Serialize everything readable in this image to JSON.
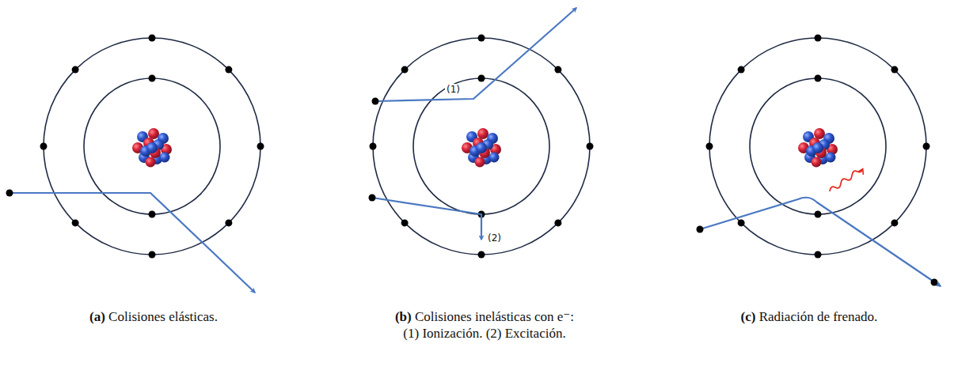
{
  "diagram": {
    "labels": [
      "(1)",
      "(2)",
      "(a) Colisiones elásticas.",
      "(b) Colisiones inelásticas con e⁻: (1) Ionización. (2) Excitación.",
      "(c) Radiación de frenado."
    ]
  }
}
